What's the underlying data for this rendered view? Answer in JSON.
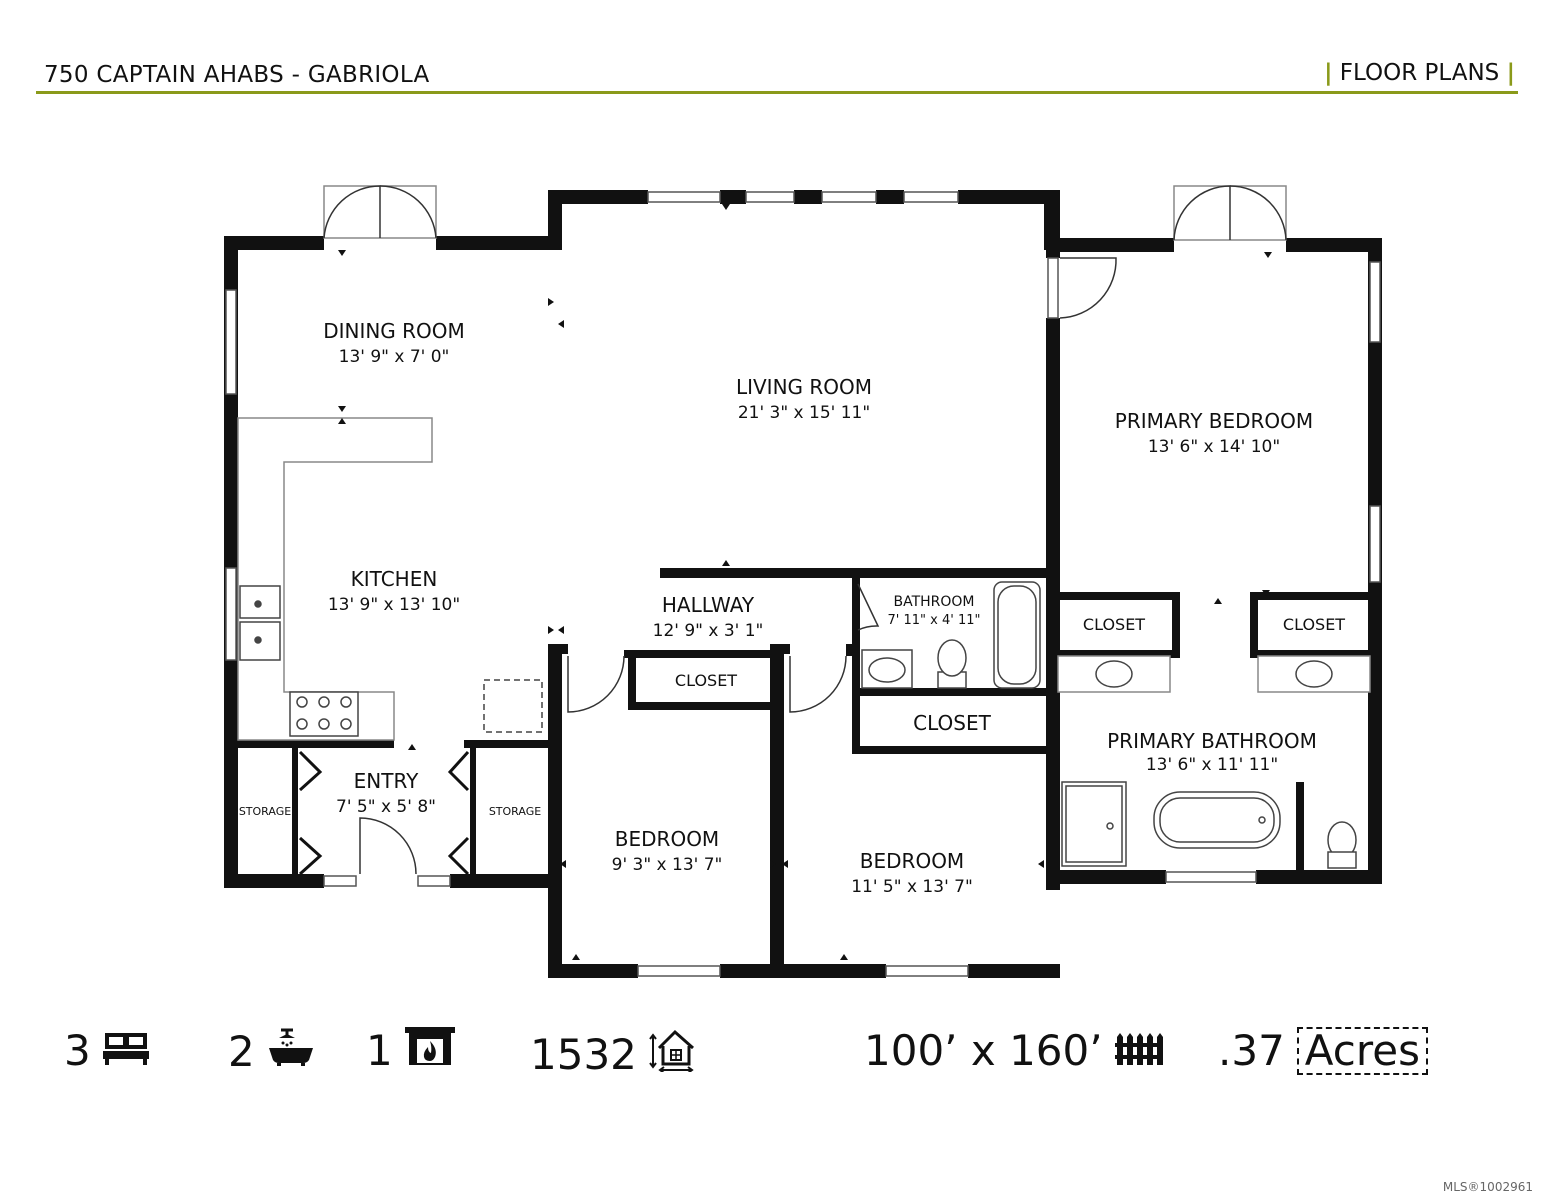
{
  "header": {
    "title": "750 CAPTAIN AHABS - GABRIOLA",
    "section": "FLOOR PLANS",
    "bar_left": "|",
    "bar_right": "|"
  },
  "rooms": {
    "dining": {
      "name": "DINING ROOM",
      "dims": "13' 9\" x 7' 0\""
    },
    "living": {
      "name": "LIVING ROOM",
      "dims": "21' 3\" x 15' 11\""
    },
    "primary_bed": {
      "name": "PRIMARY BEDROOM",
      "dims": "13' 6\" x 14' 10\""
    },
    "kitchen": {
      "name": "KITCHEN",
      "dims": "13' 9\" x 13' 10\""
    },
    "hallway": {
      "name": "HALLWAY",
      "dims": "12' 9\" x 3' 1\""
    },
    "bathroom": {
      "name": "BATHROOM",
      "dims": "7' 11\" x 4' 11\""
    },
    "closet_pb_left": {
      "name": "CLOSET"
    },
    "closet_pb_right": {
      "name": "CLOSET"
    },
    "closet_hall": {
      "name": "CLOSET"
    },
    "closet_bed2": {
      "name": "CLOSET"
    },
    "primary_bath": {
      "name": "PRIMARY BATHROOM",
      "dims": "13' 6\" x 11' 11\""
    },
    "entry": {
      "name": "ENTRY",
      "dims": "7' 5\" x 5' 8\""
    },
    "storage_left": {
      "name": "STORAGE"
    },
    "storage_right": {
      "name": "STORAGE"
    },
    "bedroom1": {
      "name": "BEDROOM",
      "dims": "9' 3\" x 13' 7\""
    },
    "bedroom2": {
      "name": "BEDROOM",
      "dims": "11' 5\" x 13' 7\""
    }
  },
  "stats": {
    "beds": "3",
    "baths": "2",
    "fireplaces": "1",
    "sqft": "1532",
    "lot": "100’ x 160’",
    "acres_value": ".37",
    "acres_label": "Acres"
  },
  "footer": {
    "mls": "MLS®1002961"
  },
  "icons": {
    "beds": "bed-icon",
    "baths": "bathtub-shower-icon",
    "fireplaces": "fireplace-icon",
    "sqft": "house-area-icon",
    "lot": "fence-icon"
  },
  "colors": {
    "accent": "#8a9a1a",
    "wall": "#111111"
  }
}
